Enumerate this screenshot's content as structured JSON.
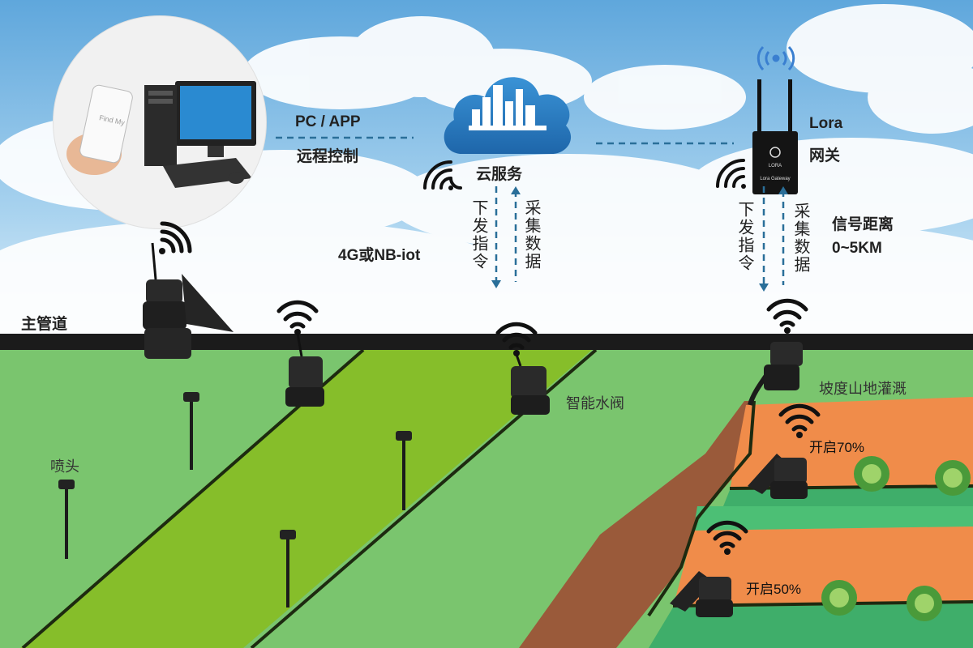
{
  "labels": {
    "remote_line1": "PC / APP",
    "remote_line2": "远程控制",
    "cloud": "云服务",
    "network": "4G或NB-iot",
    "gateway_line1": "Lora",
    "gateway_line2": "网关",
    "gateway_device_top": "LORA",
    "gateway_device_bottom": "Lora Gateway",
    "signal_line1": "信号距离",
    "signal_line2": "0~5KM",
    "down_cmd_left": "下发指令",
    "up_data_left": "采集数据",
    "down_cmd_right": "下发指令",
    "up_data_right": "采集数据",
    "main_pipe": "主管道",
    "smart_valve": "智能水阀",
    "sprinkler": "喷头",
    "slope_irrigation": "坡度山地灌溉",
    "open_70": "开启70%",
    "open_50": "开启50%",
    "phone_text": "Find My"
  },
  "colors": {
    "sky": "#9cc8e6",
    "grass_light": "#7ac56e",
    "grass_lime": "#86be2a",
    "soil_orange": "#f08c4a",
    "terrace_green": "#3fae6a",
    "slope_brown": "#9a5a3a",
    "cloud_blue": "#2f7fc1",
    "dashed_line": "#2a6f99"
  }
}
